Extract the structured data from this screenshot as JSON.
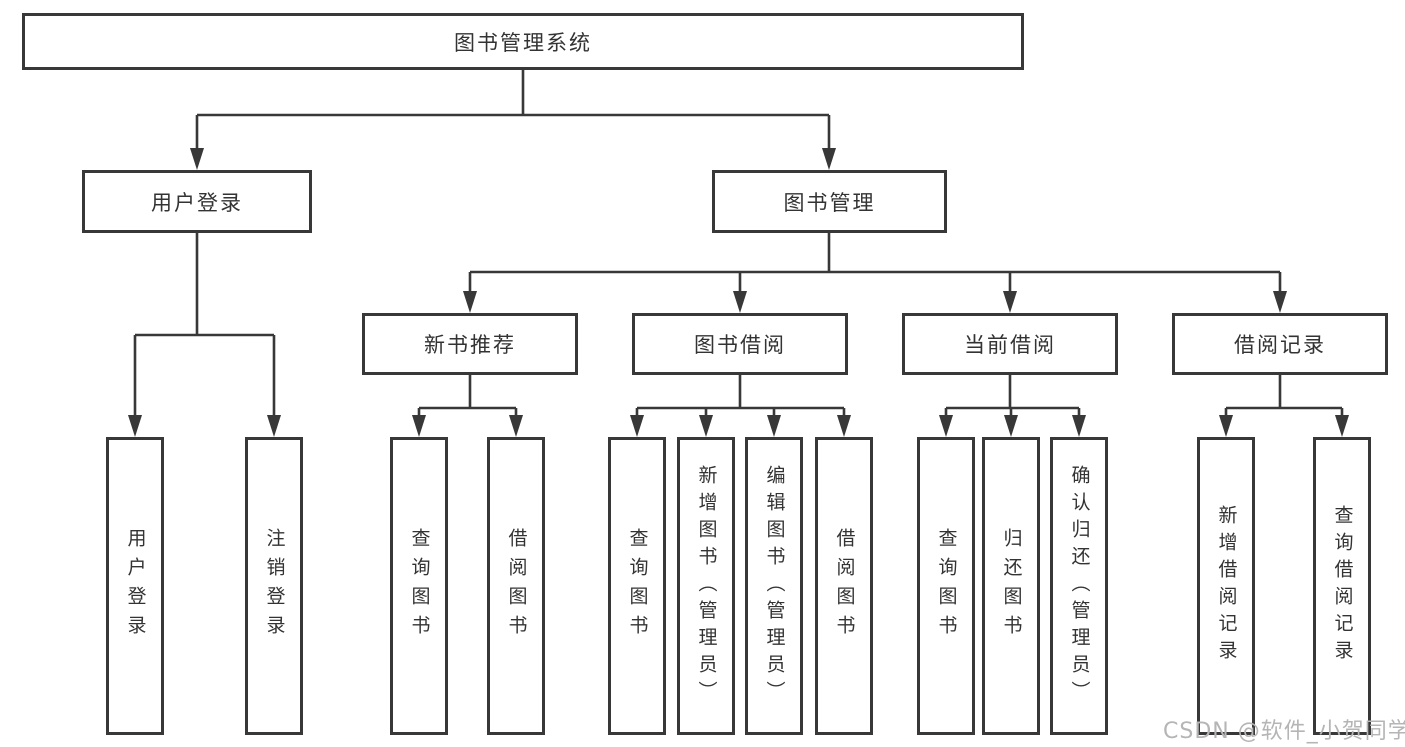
{
  "diagram": {
    "root": {
      "label": "图书管理系统"
    },
    "level2": [
      {
        "label": "用户登录"
      },
      {
        "label": "图书管理"
      }
    ],
    "level3": [
      {
        "label": "新书推荐"
      },
      {
        "label": "图书借阅"
      },
      {
        "label": "当前借阅"
      },
      {
        "label": "借阅记录"
      }
    ],
    "leaves": {
      "user_login": [
        {
          "label": "用户登录"
        },
        {
          "label": "注销登录"
        }
      ],
      "new_books": [
        {
          "label": "查询图书"
        },
        {
          "label": "借阅图书"
        }
      ],
      "book_borrow": [
        {
          "label": "查询图书"
        },
        {
          "label": "新增图书（管理员）"
        },
        {
          "label": "编辑图书（管理员）"
        },
        {
          "label": "借阅图书"
        }
      ],
      "current_borrow": [
        {
          "label": "查询图书"
        },
        {
          "label": "归还图书"
        },
        {
          "label": "确认归还（管理员）"
        }
      ],
      "borrow_records": [
        {
          "label": "新增借阅记录"
        },
        {
          "label": "查询借阅记录"
        }
      ]
    }
  },
  "watermark": {
    "text": "CSDN @软件_小贺同学"
  },
  "colors": {
    "line": "#383838",
    "text": "#333333",
    "watermark": "#b5b5b5",
    "background": "#ffffff"
  }
}
